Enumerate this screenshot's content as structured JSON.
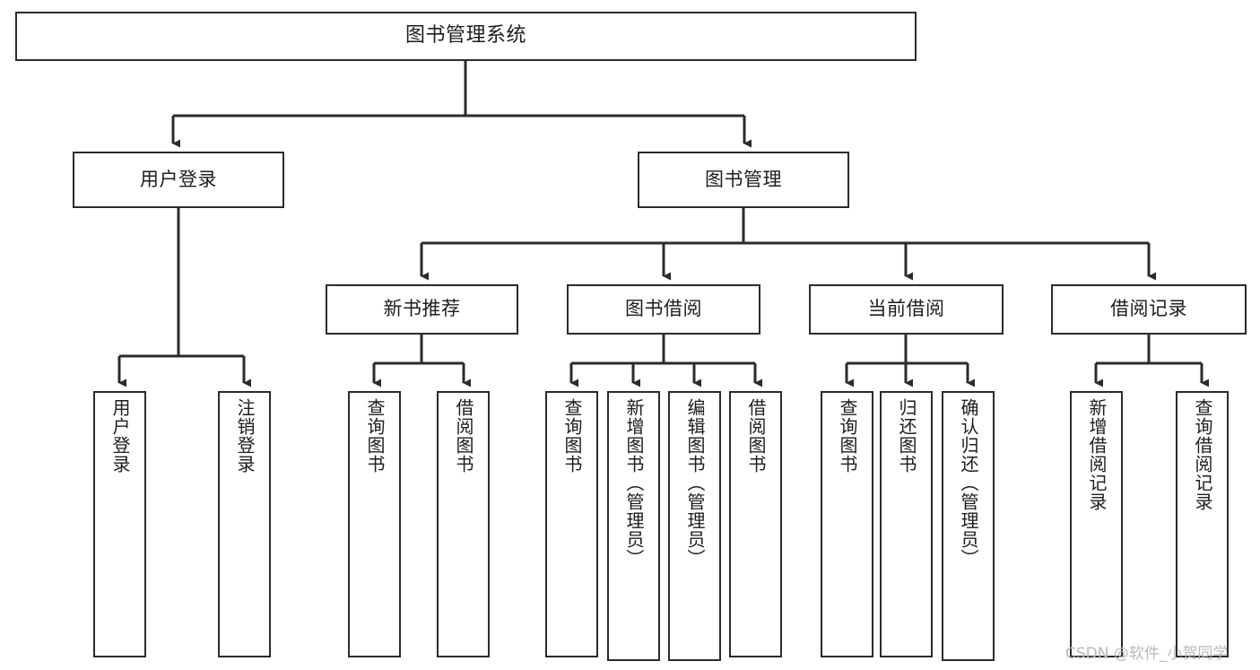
{
  "diagram": {
    "type": "tree-hierarchy-chart",
    "title": "图书管理系统",
    "orientation": "top-down",
    "colors": {
      "background": "#ffffff",
      "node_border": "#2b2b2b",
      "node_fill": "#ffffff",
      "connector": "#2b2b2b",
      "text": "#1d1d1d",
      "watermark": "#b9b9b9"
    },
    "levels": {
      "root": {
        "label": "图书管理系统"
      },
      "level2": [
        {
          "label": "用户登录"
        },
        {
          "label": "图书管理"
        }
      ],
      "level3": [
        {
          "label": "新书推荐"
        },
        {
          "label": "图书借阅"
        },
        {
          "label": "当前借阅"
        },
        {
          "label": "借阅记录"
        }
      ],
      "leaves": {
        "user_login": [
          {
            "label": "用户登录"
          },
          {
            "label": "注销登录"
          }
        ],
        "new_book_recommend": [
          {
            "label": "查询图书"
          },
          {
            "label": "借阅图书"
          }
        ],
        "book_borrow": [
          {
            "label": "查询图书"
          },
          {
            "label": "新增图书（管理员）"
          },
          {
            "label": "编辑图书（管理员）"
          },
          {
            "label": "借阅图书"
          }
        ],
        "current_borrow": [
          {
            "label": "查询图书"
          },
          {
            "label": "归还图书"
          },
          {
            "label": "确认归还（管理员）"
          }
        ],
        "borrow_record": [
          {
            "label": "新增借阅记录"
          },
          {
            "label": "查询借阅记录"
          }
        ]
      }
    },
    "watermark": "CSDN @软件_小贺同学"
  }
}
